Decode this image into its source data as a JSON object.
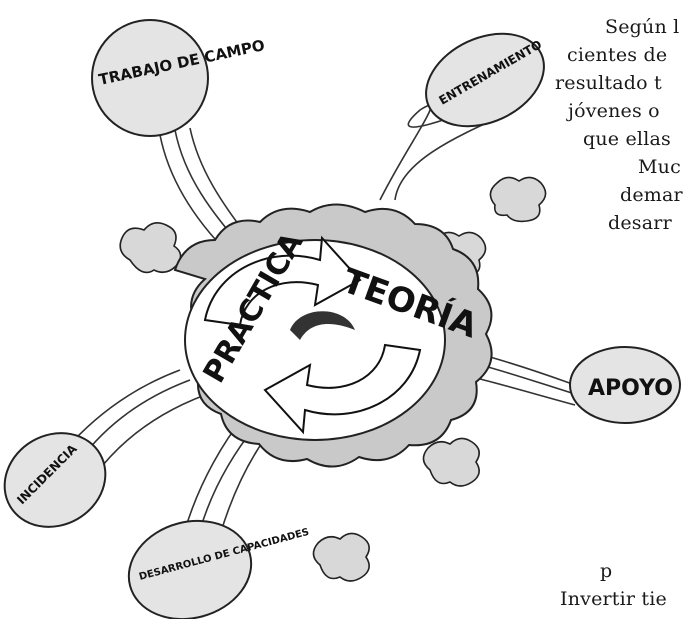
{
  "illustration": {
    "center_words": [
      "TEORÍA",
      "PRACTICA"
    ],
    "bubbles": [
      "TRABAJO DE CAMPO",
      "ENTRENAMIENTO",
      "APOYO",
      "INCIDENCIA",
      "DESARROLLO DE CAPACIDADES"
    ]
  },
  "text_lines": [
    "Según l",
    "cientes de",
    "resultado t",
    "jóvenes o",
    "que ellas",
    "Muc",
    "demar",
    "desarr",
    "p",
    "Invertir tie"
  ]
}
